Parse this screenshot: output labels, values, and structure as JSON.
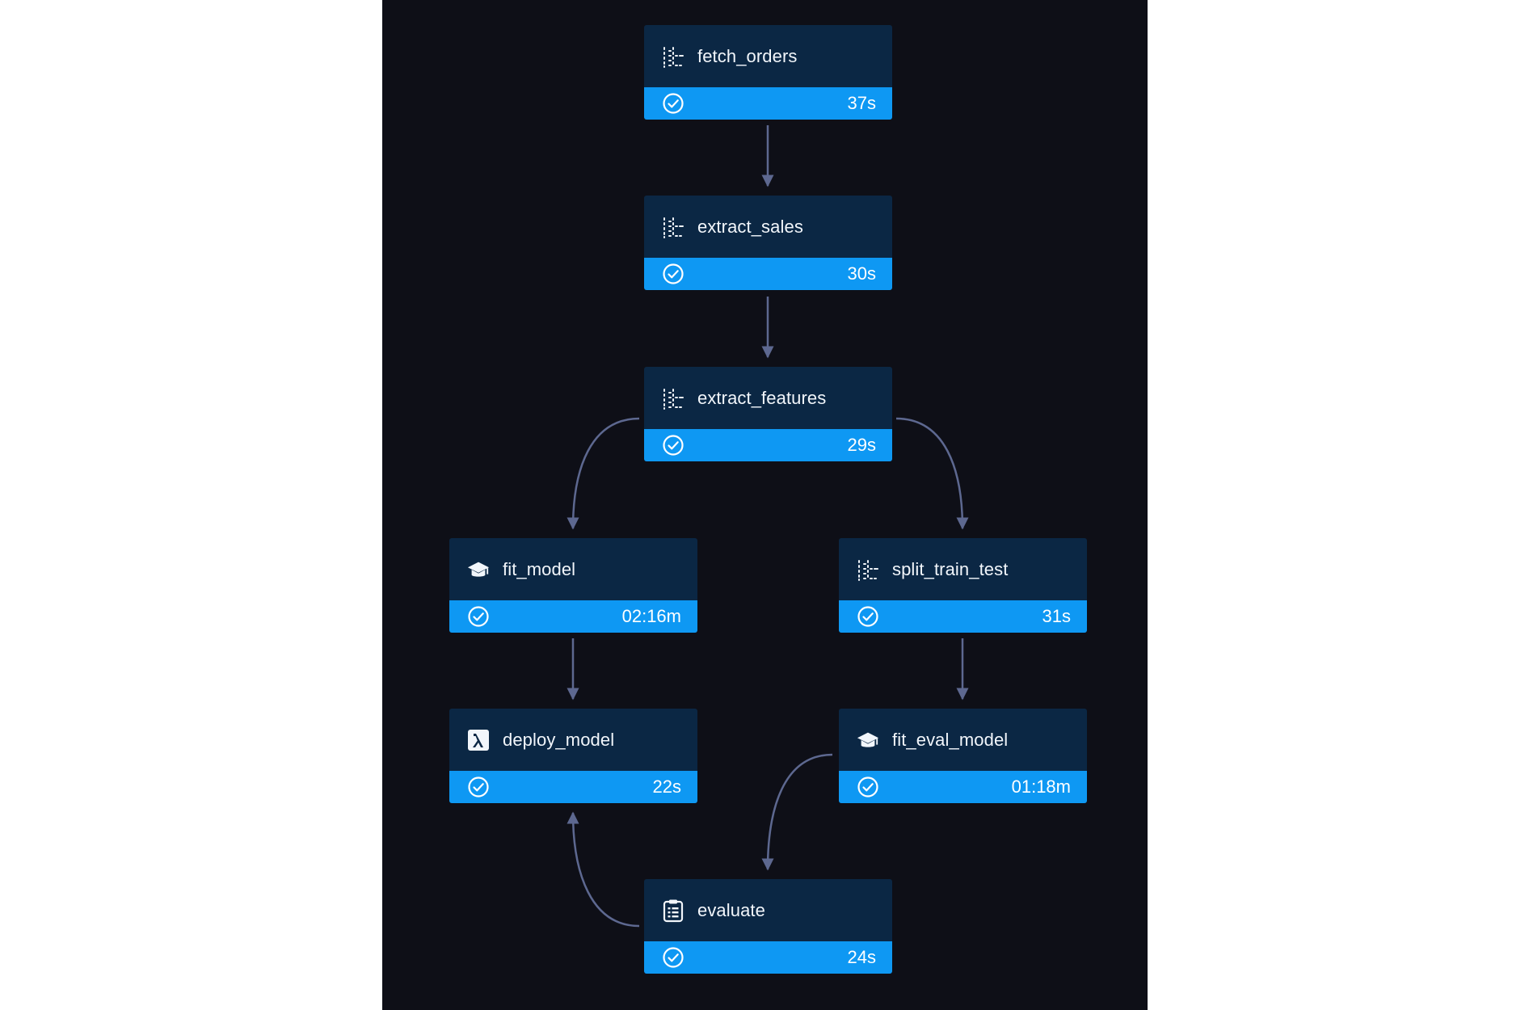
{
  "nodes": {
    "fetch_orders": {
      "label": "fetch_orders",
      "icon": "transform-icon",
      "status": "success",
      "duration": "37s"
    },
    "extract_sales": {
      "label": "extract_sales",
      "icon": "transform-icon",
      "status": "success",
      "duration": "30s"
    },
    "extract_features": {
      "label": "extract_features",
      "icon": "transform-icon",
      "status": "success",
      "duration": "29s"
    },
    "fit_model": {
      "label": "fit_model",
      "icon": "graduation-cap-icon",
      "status": "success",
      "duration": "02:16m"
    },
    "split_train_test": {
      "label": "split_train_test",
      "icon": "transform-icon",
      "status": "success",
      "duration": "31s"
    },
    "deploy_model": {
      "label": "deploy_model",
      "icon": "lambda-icon",
      "status": "success",
      "duration": "22s"
    },
    "fit_eval_model": {
      "label": "fit_eval_model",
      "icon": "graduation-cap-icon",
      "status": "success",
      "duration": "01:18m"
    },
    "evaluate": {
      "label": "evaluate",
      "icon": "clipboard-list-icon",
      "status": "success",
      "duration": "24s"
    }
  },
  "edges": [
    [
      "fetch_orders",
      "extract_sales"
    ],
    [
      "extract_sales",
      "extract_features"
    ],
    [
      "extract_features",
      "fit_model"
    ],
    [
      "extract_features",
      "split_train_test"
    ],
    [
      "fit_model",
      "deploy_model"
    ],
    [
      "split_train_test",
      "fit_eval_model"
    ],
    [
      "fit_eval_model",
      "evaluate"
    ],
    [
      "evaluate",
      "deploy_model"
    ]
  ],
  "colors": {
    "canvas": "#0e0f17",
    "node_header": "#0b2744",
    "status_success": "#0e98f3",
    "edge": "#5d6890",
    "text": "#f2f6fb"
  }
}
